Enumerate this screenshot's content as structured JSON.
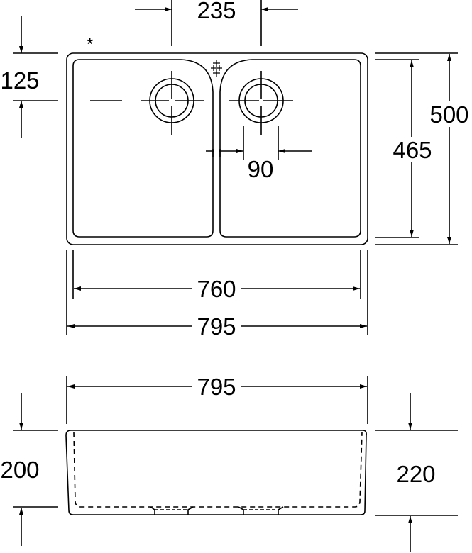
{
  "top_view": {
    "note_mark": "*",
    "dims": {
      "drain_spacing": "235",
      "drain_offset_front": "125",
      "overall_depth": "500",
      "inner_depth": "465",
      "drain_to_divider": "90",
      "inner_width": "760",
      "overall_width": "795"
    }
  },
  "front_view": {
    "dims": {
      "overall_width": "795",
      "inner_height": "200",
      "overall_height": "220"
    }
  }
}
